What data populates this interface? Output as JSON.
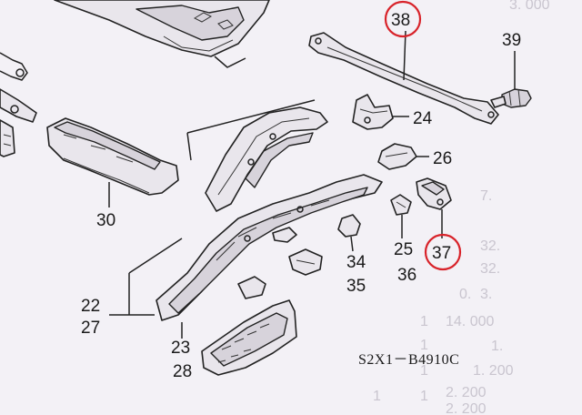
{
  "diagram": {
    "callouts": {
      "c38": "38",
      "c39": "39",
      "c24": "24",
      "c26": "26",
      "c30": "30",
      "c22": "22",
      "c27": "27",
      "c34": "34",
      "c35": "35",
      "c25": "25",
      "c36": "36",
      "c37": "37",
      "c23": "23",
      "c28": "28"
    },
    "drawing_code": "S2X1－B4910C",
    "highlight_color": "#d8232a",
    "background_table": [
      "3. 000",
      "7.",
      "32.",
      "32.",
      "3.",
      "14. 000",
      "1.",
      "1",
      "1. 200",
      "2. 200",
      "2. 200",
      "0.",
      "1",
      "1",
      "1",
      "1"
    ]
  }
}
